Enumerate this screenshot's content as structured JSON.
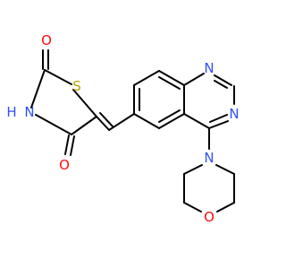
{
  "molecule": {
    "atoms": [
      {
        "id": "O_carbonyl_top",
        "element": "O",
        "label": "O",
        "color": "#ff0d0d"
      },
      {
        "id": "S_ring",
        "element": "S",
        "label": "S",
        "color": "#b8a200"
      },
      {
        "id": "N_imide",
        "element": "N",
        "label": "H",
        "prefix": "H",
        "main": "N",
        "color": "#3050f8"
      },
      {
        "id": "O_carbonyl_bottom",
        "element": "O",
        "label": "O",
        "color": "#ff0d0d"
      },
      {
        "id": "N_quin_1",
        "element": "N",
        "label": "N",
        "color": "#3050f8"
      },
      {
        "id": "N_quin_3",
        "element": "N",
        "label": "N",
        "color": "#3050f8"
      },
      {
        "id": "N_morpholine",
        "element": "N",
        "label": "N",
        "color": "#3050f8"
      },
      {
        "id": "O_morpholine",
        "element": "O",
        "label": "O",
        "color": "#ff0d0d"
      }
    ]
  }
}
